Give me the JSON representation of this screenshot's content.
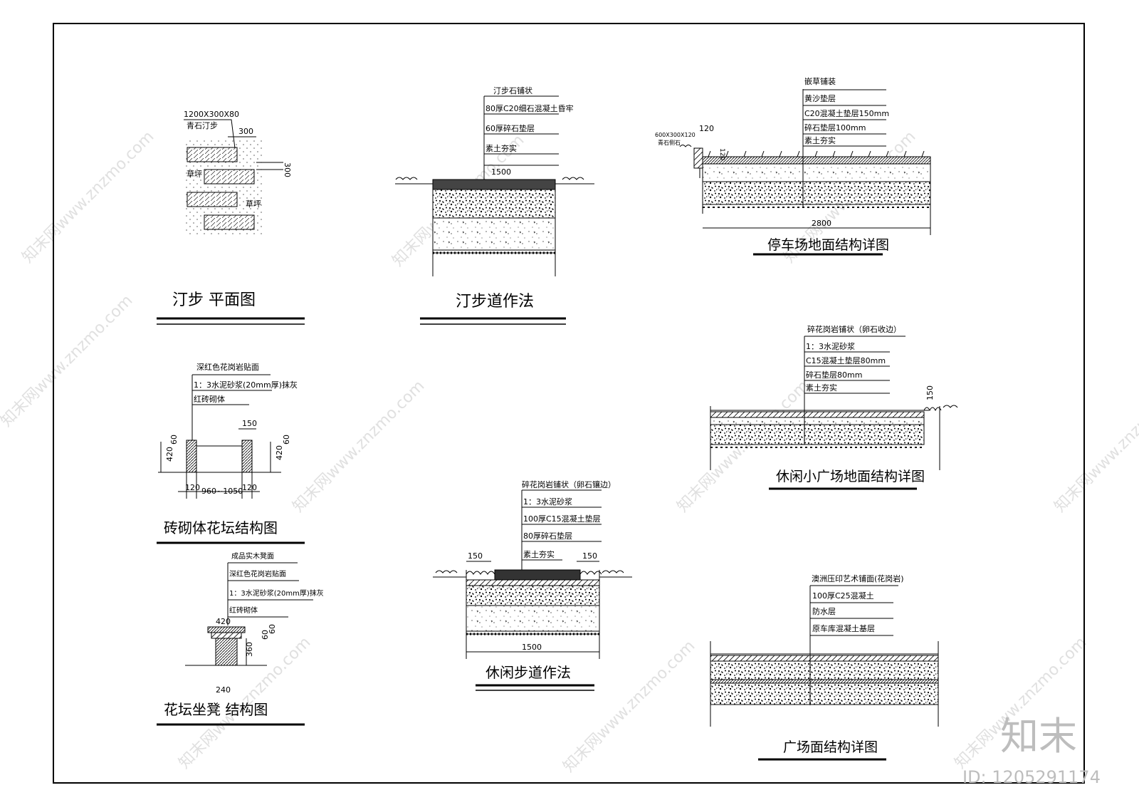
{
  "sheet": {
    "watermark_text": "知末网www.znzmo.com",
    "brand": "知末",
    "id_label": "ID: 1205291174"
  },
  "stepping_plan": {
    "title": "汀步  平面图",
    "size_label": "1200X300X80",
    "stone_label": "青石汀步",
    "grass_label_1": "草坪",
    "grass_label_2": "草坪",
    "dim_width": "300",
    "dim_height": "300"
  },
  "stepping_path": {
    "title": "汀步道作法",
    "layers": [
      "汀步石铺状",
      "80厚C20细石混凝土昏牢",
      "60厚碎石垫层",
      "素土夯实"
    ],
    "dim_width": "1500"
  },
  "parking": {
    "title": "停车场地面结构详图",
    "layers": [
      "嵌草铺装",
      "黄沙垫层",
      "C20混凝土垫层150mm",
      "碎石垫层100mm",
      "素土夯实"
    ],
    "curb_label": "600X300X120",
    "curb_sub": "青石侧石",
    "dim_curb": "120",
    "dim_curb_v": "120",
    "dim_width": "2800"
  },
  "planter": {
    "title": "砖砌体花坛结构图",
    "layers": [
      "深红色花岗岩贴面",
      "1：3水泥砂浆(20mm厚)抹灰",
      "红砖砌体"
    ],
    "dim_top": "150",
    "dim_left_h": "420",
    "dim_left_cap": "60",
    "dim_right_h": "420",
    "dim_right_cap": "60",
    "dim_wall_l": "120",
    "dim_span": "960~1050",
    "dim_wall_r": "120"
  },
  "bench": {
    "title": "花坛坐凳  结构图",
    "layers": [
      "成品实木凳面",
      "深红色花岗岩贴面",
      "1：3水泥砂浆(20mm厚)抹灰",
      "红砖砌体"
    ],
    "dim_top": "420",
    "dim_cap_a": "60",
    "dim_cap_b": "60",
    "dim_height": "360",
    "dim_base": "240"
  },
  "plaza_small": {
    "title": "休闲小广场地面结构详图",
    "layers": [
      "碎花岗岩铺状（卵石收边）",
      "1：3水泥砂浆",
      "C15混凝土垫层80mm",
      "碎石垫层80mm",
      "素土夯实"
    ],
    "dim_edge": "150"
  },
  "leisure_path": {
    "title": "休闲步道作法",
    "layers": [
      "碎花岗岩铺状（卵石镶边）",
      "1：3水泥砂浆",
      "100厚C15混凝土垫层",
      "80厚碎石垫层",
      "素土夯实"
    ],
    "dim_left": "150",
    "dim_right": "150",
    "dim_width": "1500"
  },
  "plaza": {
    "title": "广场面结构详图",
    "layers": [
      "澳洲压印艺术铺面(花岗岩)",
      "100厚C25混凝土",
      "防水层",
      "原车库混凝土基层"
    ]
  }
}
